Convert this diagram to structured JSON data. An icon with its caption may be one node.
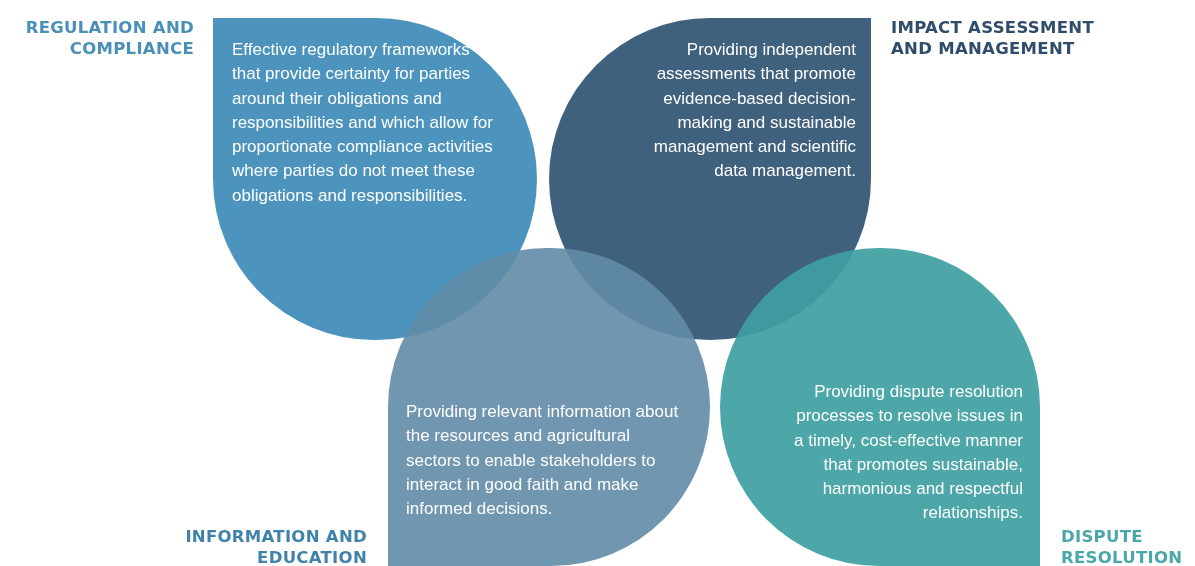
{
  "diagram": {
    "nodes": [
      {
        "text": [
          "REGULATION AND COMPLIANCE",
          "Effective regulatory frameworks that provide certainty for parties around their obligations and responsibilities and which allow for proportionate compliance activities where parties do not meet these obligations and responsibilities."
        ]
      },
      {
        "text": [
          "IMPACT ASSESSMENT AND MANAGEMENT",
          "Providing independent assessments that promote evidence-based decision-making and sustainable management and scientific data management."
        ]
      },
      {
        "text": [
          "INFORMATION AND EDUCATION",
          "Providing relevant information about the resources and agricultural sectors to enable stakeholders to interact in good faith and make informed decisions."
        ]
      },
      {
        "text": [
          "DISPUTE RESOLUTION",
          "Providing dispute resolution processes to resolve issues in a timely, cost-effective manner that promotes sustainable, harmonious and respectful relationships."
        ]
      }
    ]
  }
}
